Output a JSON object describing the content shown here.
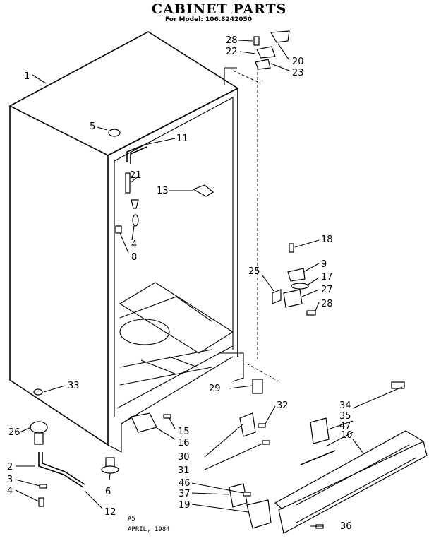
{
  "header": {
    "title": "CABINET PARTS",
    "subtitle": "For Model: 106.8242050"
  },
  "footer": {
    "code": "A5",
    "date": "APRIL, 1984"
  },
  "callouts": [
    "1",
    "2",
    "3",
    "4",
    "4",
    "5",
    "6",
    "8",
    "9",
    "10",
    "11",
    "12",
    "13",
    "15",
    "16",
    "17",
    "18",
    "19",
    "20",
    "21",
    "22",
    "23",
    "25",
    "26",
    "27",
    "28",
    "28",
    "29",
    "30",
    "31",
    "32",
    "33",
    "34",
    "35",
    "36",
    "37",
    "46",
    "47"
  ]
}
